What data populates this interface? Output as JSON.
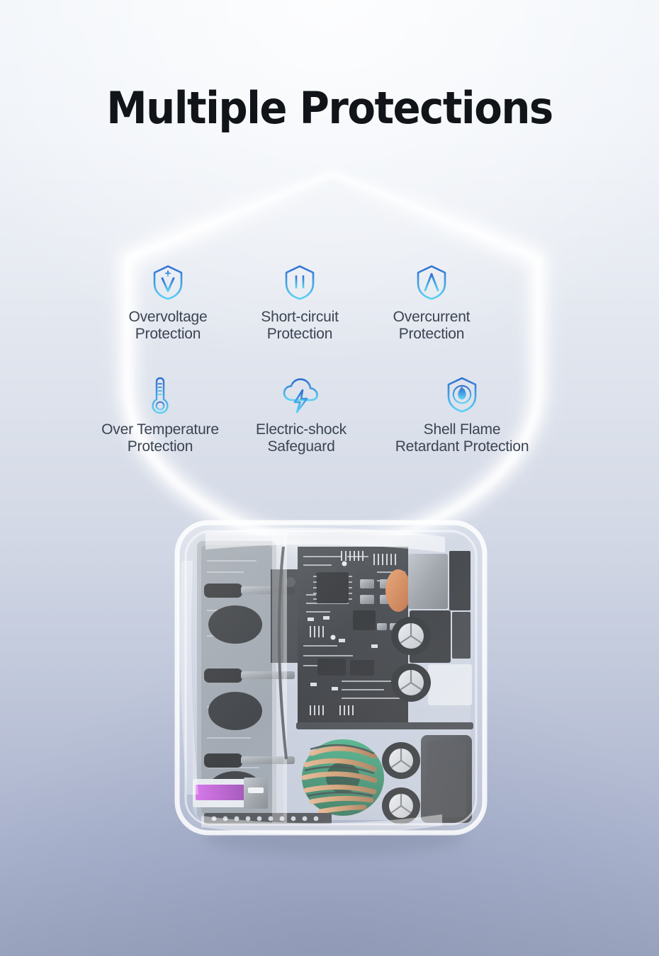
{
  "page": {
    "title": "Multiple Protections",
    "background_top": "#f1f5f9",
    "background_bottom": "#9aa3bd",
    "label_color": "#3c4452",
    "icon_color_top": "#2f6fd0",
    "icon_color_bottom": "#5ad2f5"
  },
  "shield": {
    "name": "large-glowing-shield-outline",
    "stroke_color": "#ffffff"
  },
  "features": {
    "row1": [
      {
        "icon": "shield-voltage-icon",
        "label": "Overvoltage\nProtection"
      },
      {
        "icon": "shield-short-circuit-icon",
        "label": "Short-circuit\nProtection"
      },
      {
        "icon": "shield-ampere-icon",
        "label": "Overcurrent\nProtection"
      }
    ],
    "row2": [
      {
        "icon": "thermometer-icon",
        "label": "Over Temperature\nProtection"
      },
      {
        "icon": "cloud-lightning-icon",
        "label": "Electric-shock\nSafeguard"
      },
      {
        "icon": "shield-flame-icon",
        "label": "Shell Flame\nRetardant Protection"
      }
    ]
  },
  "product": {
    "name": "transparent-usb-charger",
    "shell_color": "#e8eef4",
    "pcb_color": "#1b1d20",
    "toroid_color": "#16784f",
    "copper_color": "#c98a53",
    "capacitor_top_color": "#d8dadd",
    "usb_port_color": "#b245c8",
    "orange_component_color": "#d4762e"
  }
}
